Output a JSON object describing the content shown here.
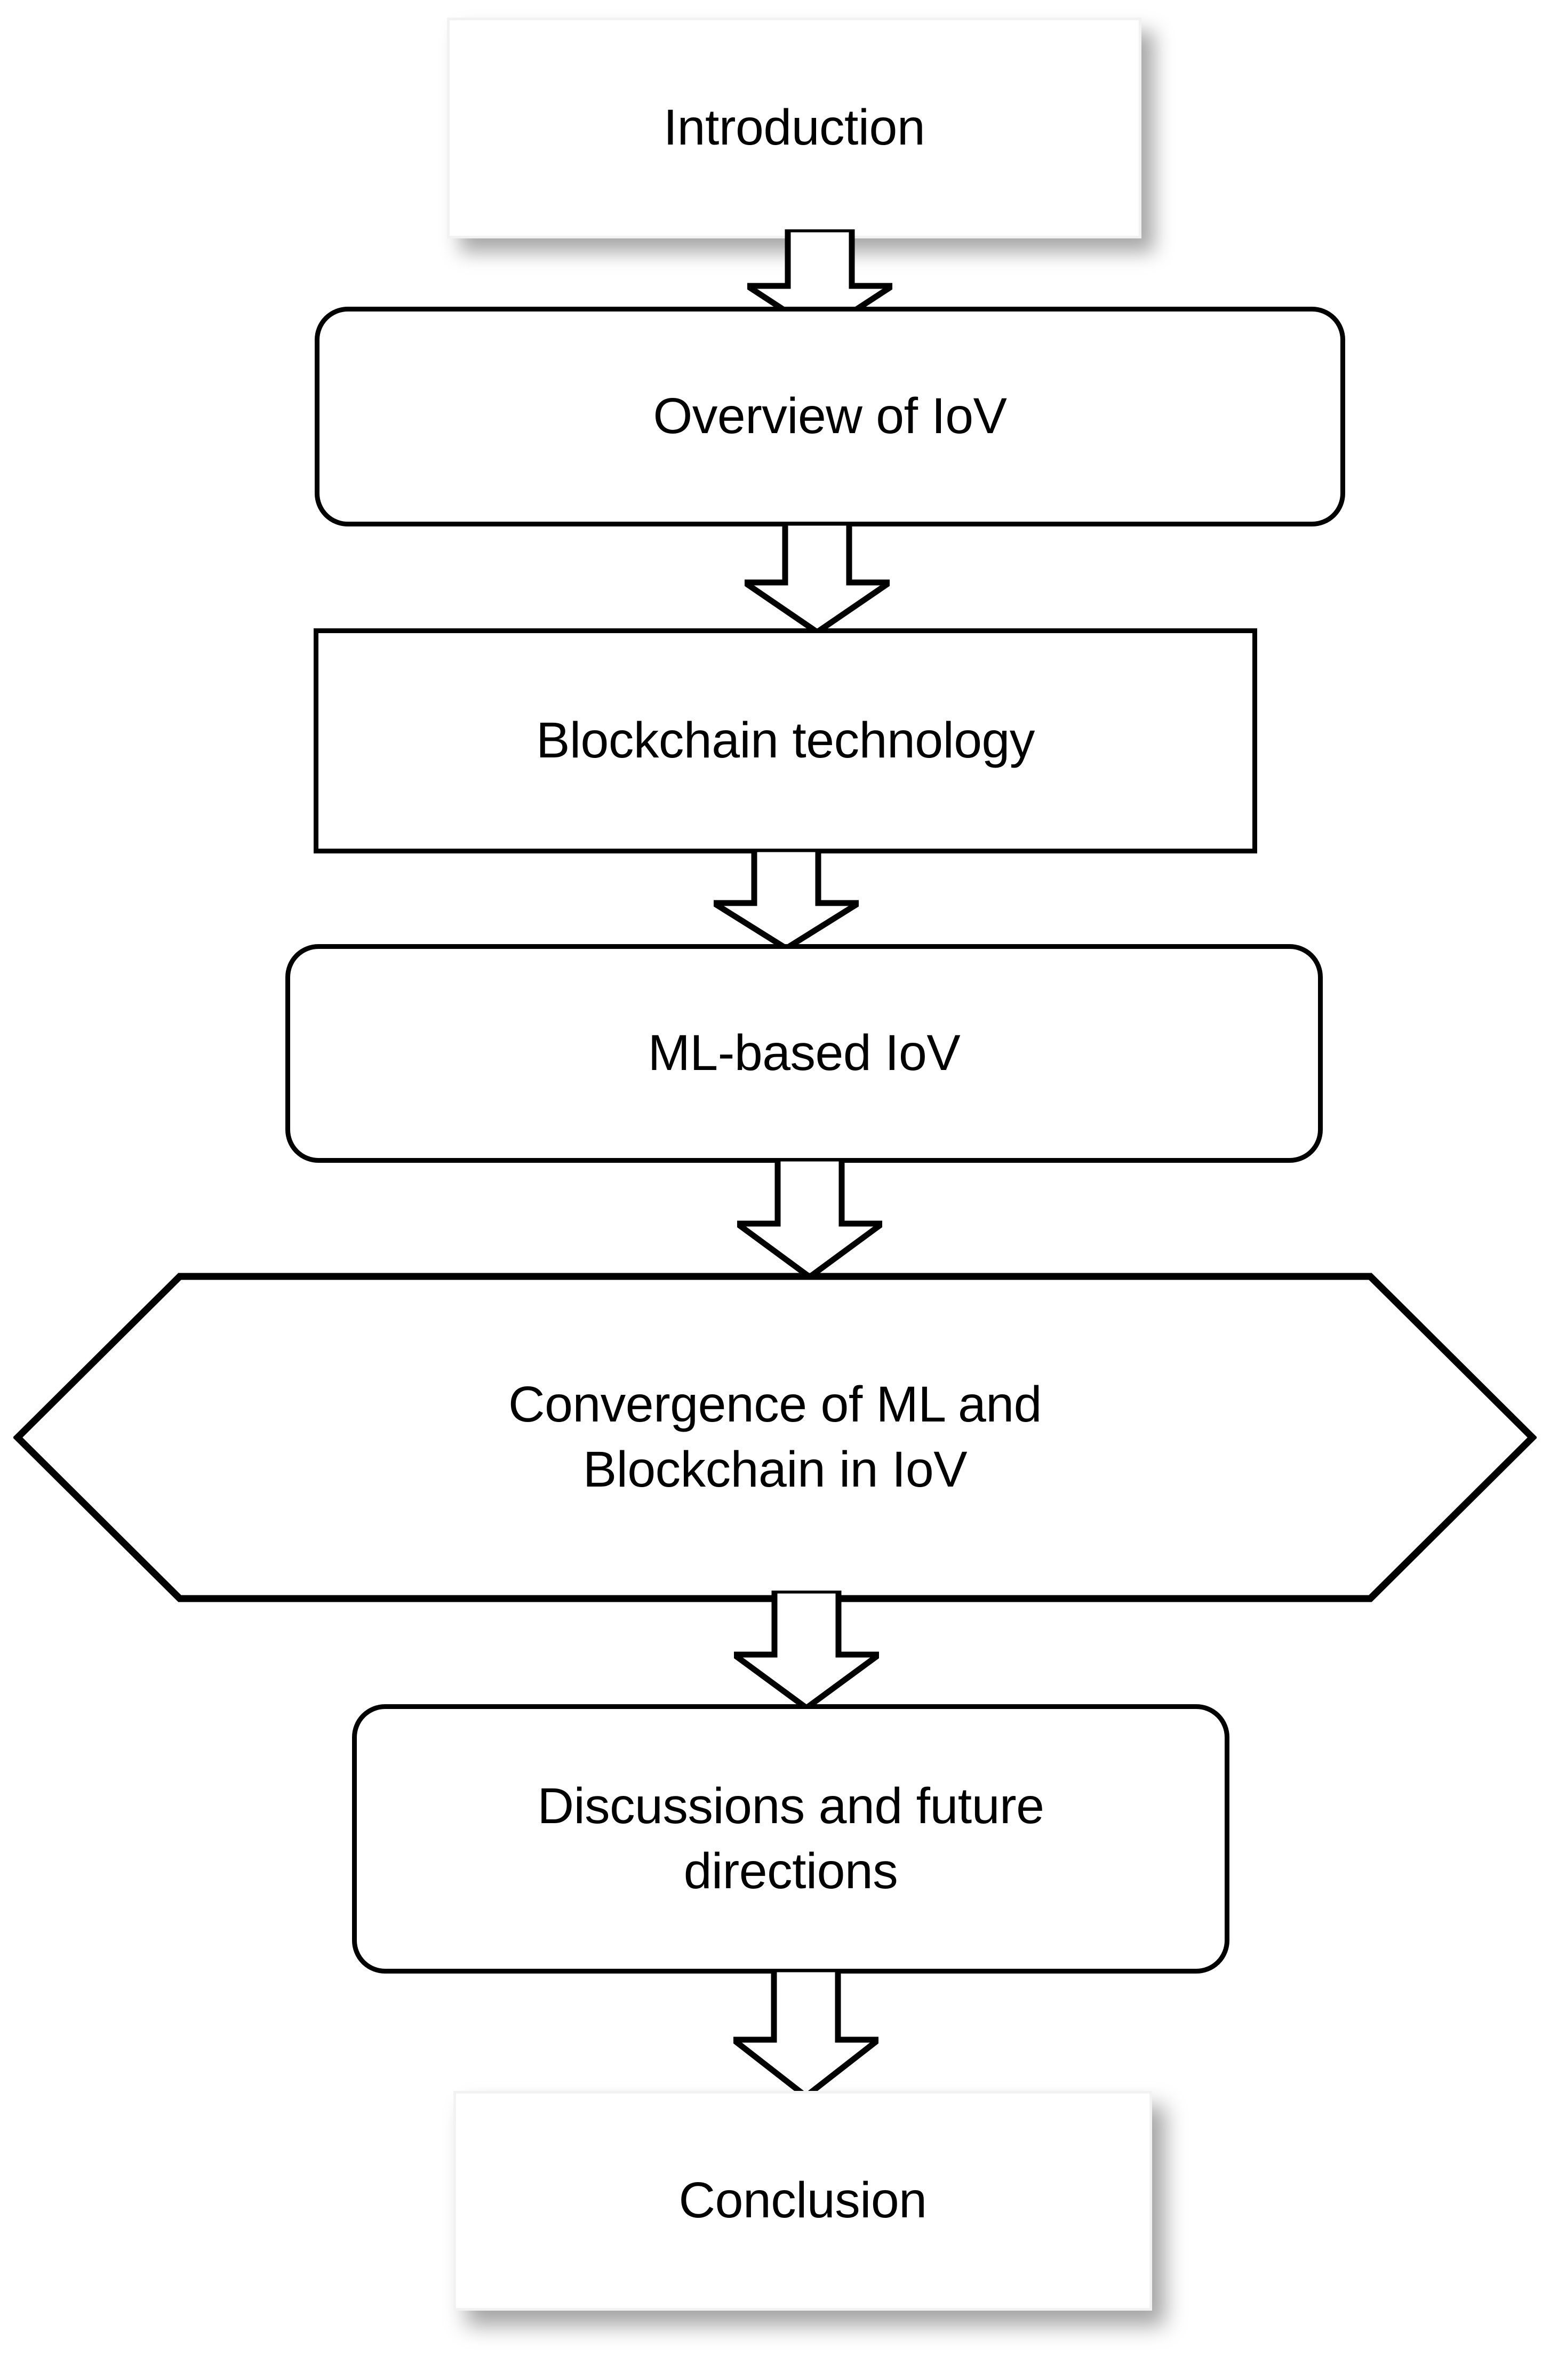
{
  "diagram": {
    "title": "IoV survey paper structure flowchart",
    "orientation": "vertical-top-down",
    "background_color": "#ffffff",
    "stroke_color": "#000000",
    "soft_border_color": "#f2f2f2",
    "nodes": [
      {
        "id": "introduction",
        "label": "Introduction",
        "shape": "rectangle-shadow",
        "order": 1
      },
      {
        "id": "overview-of-iov",
        "label": "Overview of IoV",
        "shape": "rounded-rectangle",
        "order": 2
      },
      {
        "id": "blockchain-technology",
        "label": "Blockchain technology",
        "shape": "rectangle",
        "order": 3
      },
      {
        "id": "ml-based-iov",
        "label": "ML-based IoV",
        "shape": "rounded-rectangle",
        "order": 4
      },
      {
        "id": "convergence-of-ml-and-blockchain-in-iov",
        "label": "Convergence of ML and\nBlockchain in IoV",
        "shape": "hexagon",
        "order": 5
      },
      {
        "id": "discussions-and-future-directions",
        "label": "Discussions and future\ndirections",
        "shape": "rounded-rectangle",
        "order": 6
      },
      {
        "id": "conclusion",
        "label": "Conclusion",
        "shape": "rectangle-shadow",
        "order": 7
      }
    ],
    "connectors": [
      {
        "id": "arrow-introduction-to-overview",
        "from": "introduction",
        "to": "overview-of-iov",
        "glyph": "block-down-arrow"
      },
      {
        "id": "arrow-overview-to-blockchain",
        "from": "overview-of-iov",
        "to": "blockchain-technology",
        "glyph": "block-down-arrow"
      },
      {
        "id": "arrow-blockchain-to-ml",
        "from": "blockchain-technology",
        "to": "ml-based-iov",
        "glyph": "block-down-arrow"
      },
      {
        "id": "arrow-ml-to-convergence",
        "from": "ml-based-iov",
        "to": "convergence-of-ml-and-blockchain-in-iov",
        "glyph": "block-down-arrow"
      },
      {
        "id": "arrow-convergence-to-discussions",
        "from": "convergence-of-ml-and-blockchain-in-iov",
        "to": "discussions-and-future-directions",
        "glyph": "block-down-arrow"
      },
      {
        "id": "arrow-discussions-to-conclusion",
        "from": "discussions-and-future-directions",
        "to": "conclusion",
        "glyph": "block-down-arrow"
      }
    ]
  }
}
